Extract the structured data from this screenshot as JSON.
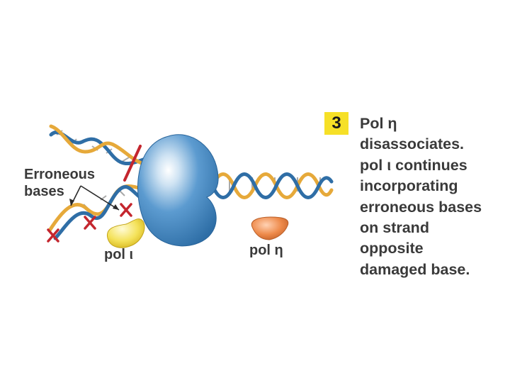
{
  "labels": {
    "erroneous_line1": "Erroneous",
    "erroneous_line2": "bases",
    "pol_iota": "pol ι",
    "pol_eta": "pol η"
  },
  "step": {
    "number": "3",
    "lines": [
      "Pol η",
      "disassociates.",
      "pol ι continues",
      "incorporating",
      "erroneous bases",
      "on strand",
      "opposite",
      "damaged base."
    ]
  },
  "colors": {
    "strand_gold": "#e6a93a",
    "strand_blue": "#2f6ea6",
    "polymerase_blue": "#4a8cc4",
    "pol_iota_yellow": "#f4e25a",
    "pol_eta_orange": "#ee8a4a",
    "error_mark_red": "#c4262e",
    "step_badge_yellow": "#f6e027",
    "text_gray": "#3a3a3a"
  }
}
